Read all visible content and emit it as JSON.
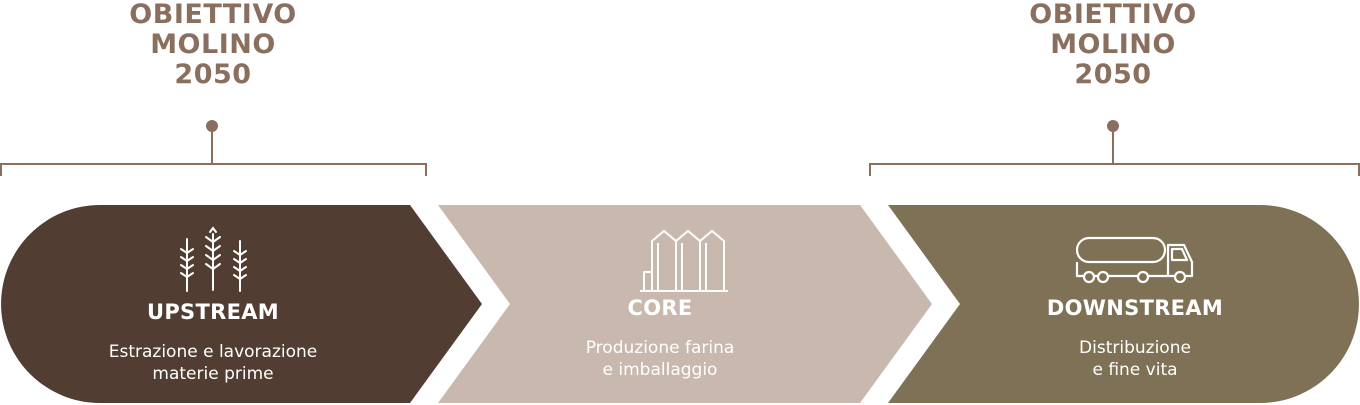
{
  "goals": {
    "left": {
      "lines": [
        "OBIETTIVO",
        "MOLINO",
        "2050"
      ]
    },
    "right": {
      "lines": [
        "OBIETTIVO",
        "MOLINO",
        "2050"
      ]
    }
  },
  "stages": [
    {
      "title": "UPSTREAM",
      "subtitle_lines": [
        "Estrazione e lavorazione",
        "materie prime"
      ],
      "icon": "wheat-icon",
      "color": "#523d32"
    },
    {
      "title": "CORE",
      "subtitle_lines": [
        "Produzione farina",
        "e imballaggio"
      ],
      "icon": "silo-icon",
      "color": "#c8b8ae"
    },
    {
      "title": "DOWNSTREAM",
      "subtitle_lines": [
        "Distribuzione",
        "e fine vita"
      ],
      "icon": "tanker-truck-icon",
      "color": "#7e7155"
    }
  ],
  "colors": {
    "goal_text": "#8a6e5e",
    "bracket": "#8a6e5e"
  }
}
